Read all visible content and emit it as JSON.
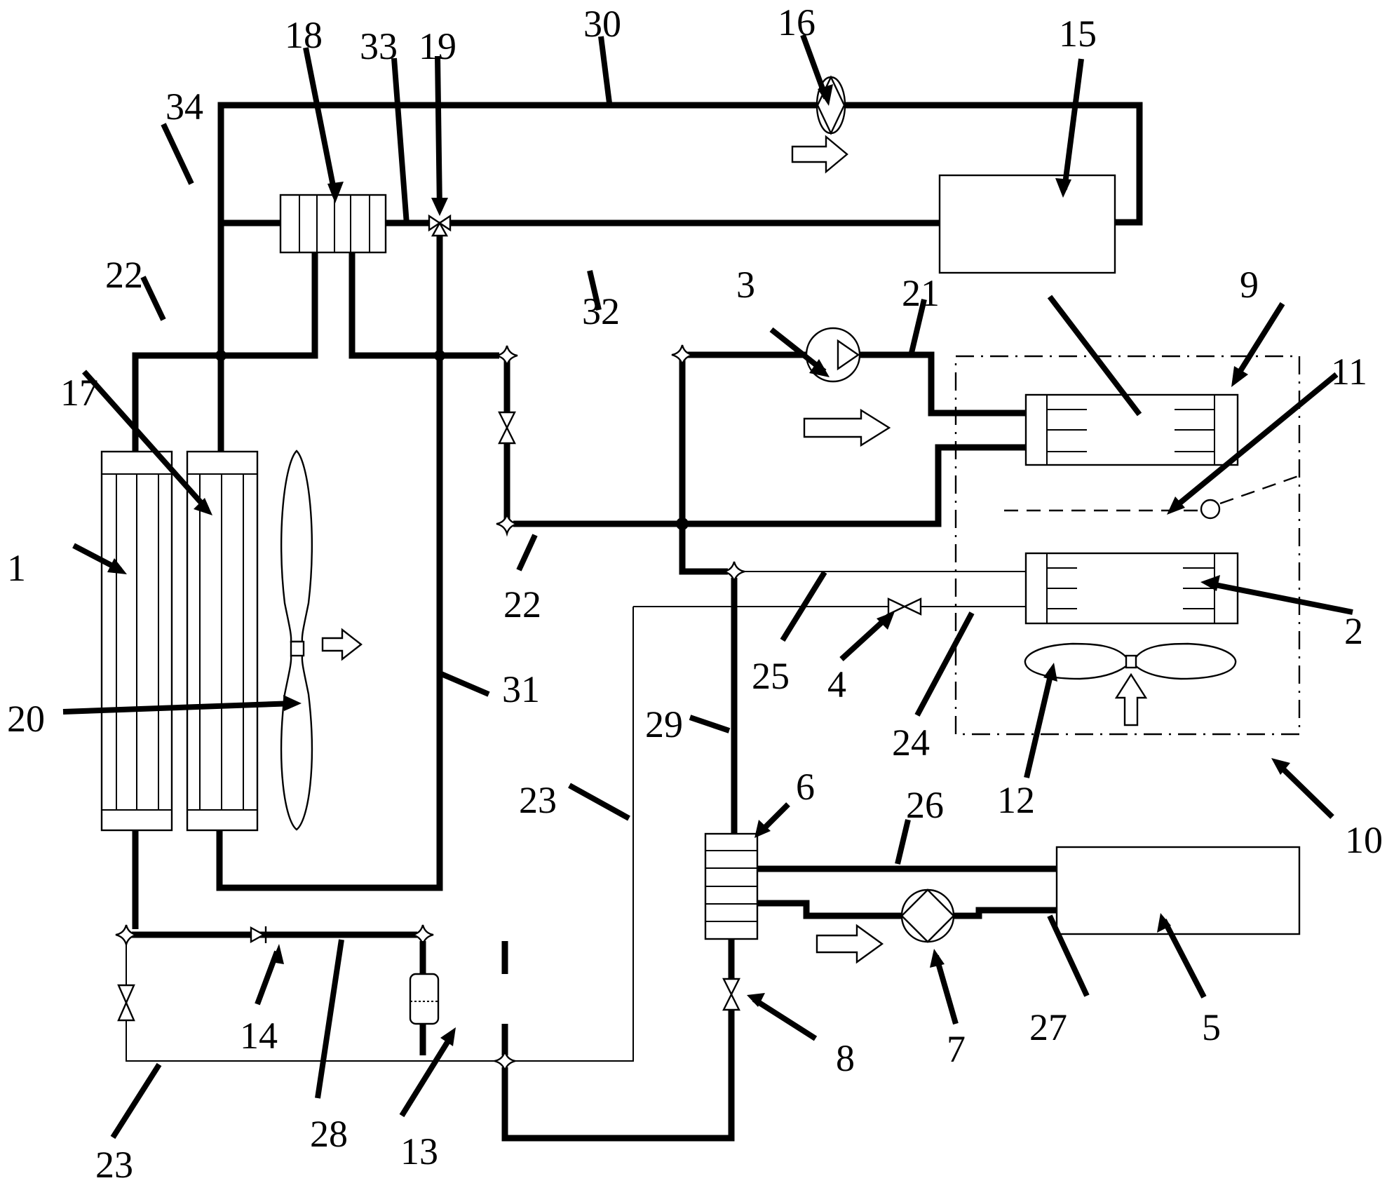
{
  "title": "Vehicle thermal management system schematic",
  "labels": {
    "l1": "1",
    "l2": "2",
    "l3": "3",
    "l4": "4",
    "l5": "5",
    "l6": "6",
    "l7": "7",
    "l8": "8",
    "l9": "9",
    "l10": "10",
    "l11": "11",
    "l12": "12",
    "l13": "13",
    "l14": "14",
    "l15": "15",
    "l16": "16",
    "l17": "17",
    "l18": "18",
    "l19": "19",
    "l20": "20",
    "l21": "21",
    "l22a": "22",
    "l22b": "22",
    "l23a": "23",
    "l23b": "23",
    "l24": "24",
    "l25": "25",
    "l26": "26",
    "l27": "27",
    "l28": "28",
    "l29": "29",
    "l30": "30",
    "l31": "31",
    "l32": "32",
    "l33": "33",
    "l34": "34"
  },
  "components": [
    {
      "id": "1",
      "kind": "radiator"
    },
    {
      "id": "2",
      "kind": "heat-exchanger-core"
    },
    {
      "id": "3",
      "kind": "pump"
    },
    {
      "id": "4",
      "kind": "valve"
    },
    {
      "id": "5",
      "kind": "battery-pack"
    },
    {
      "id": "6",
      "kind": "plate-heat-exchanger"
    },
    {
      "id": "7",
      "kind": "coolant-pump"
    },
    {
      "id": "8",
      "kind": "expansion-valve"
    },
    {
      "id": "9",
      "kind": "heater-core"
    },
    {
      "id": "10",
      "kind": "hvac-module"
    },
    {
      "id": "11",
      "kind": "damper"
    },
    {
      "id": "12",
      "kind": "blower"
    },
    {
      "id": "13",
      "kind": "accumulator"
    },
    {
      "id": "14",
      "kind": "check-valve"
    },
    {
      "id": "15",
      "kind": "motor"
    },
    {
      "id": "16",
      "kind": "coolant-pump"
    },
    {
      "id": "17",
      "kind": "radiator"
    },
    {
      "id": "18",
      "kind": "plate-heat-exchanger"
    },
    {
      "id": "19",
      "kind": "three-way-valve"
    },
    {
      "id": "20",
      "kind": "fan"
    }
  ],
  "colors": {
    "line": "#000000",
    "background": "#ffffff"
  }
}
